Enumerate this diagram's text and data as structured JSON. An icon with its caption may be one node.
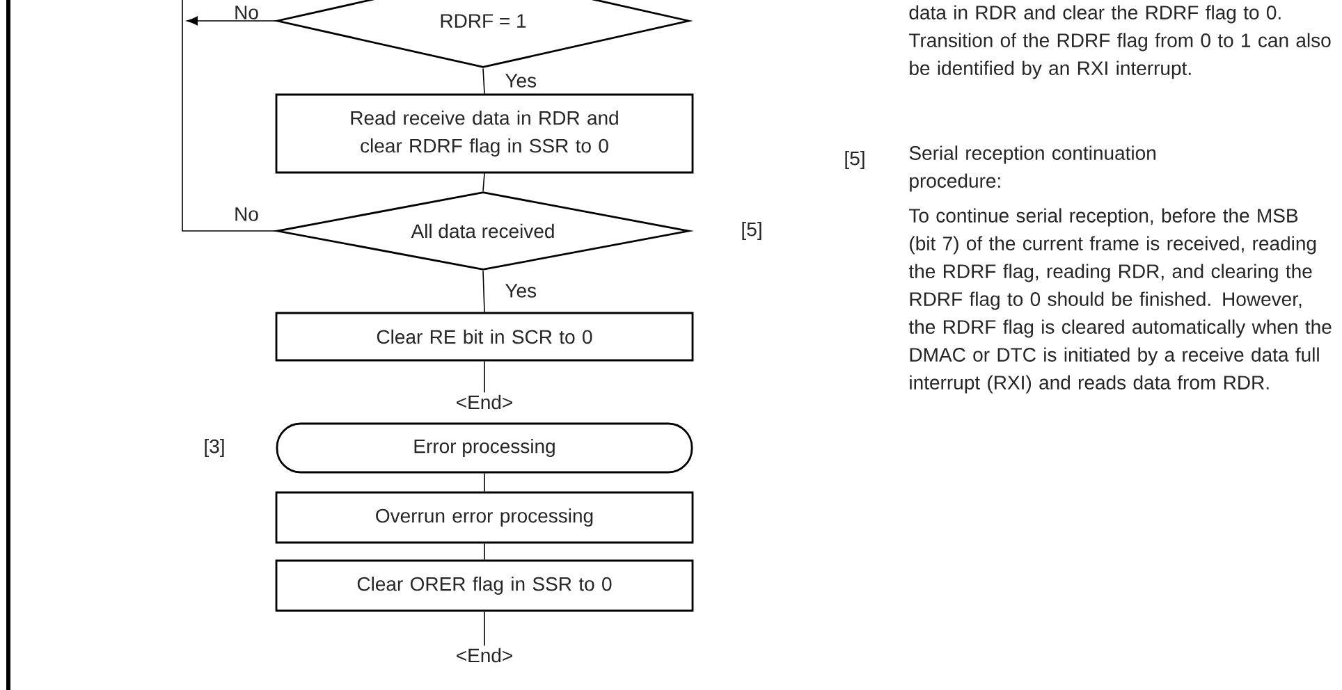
{
  "diagram": {
    "nodes": [
      {
        "text": [
          "RDRF = 1"
        ]
      },
      {
        "text": [
          "Read receive data in RDR and clear RDRF flag in SSR to 0"
        ]
      },
      {
        "text": [
          "All data received"
        ]
      },
      {
        "text": [
          "Clear RE bit in SCR to 0"
        ]
      },
      {
        "text": [
          "<End>"
        ]
      },
      {
        "text": [
          "Error processing"
        ]
      },
      {
        "text": [
          "Overrun error processing"
        ]
      },
      {
        "text": [
          "Clear ORER flag in SSR to 0"
        ]
      },
      {
        "text": [
          "<End>"
        ]
      }
    ],
    "edges": [
      {
        "from": 0,
        "to": null,
        "arrow": "to",
        "label": "No"
      },
      {
        "from": 0,
        "to": 1,
        "arrow": "none",
        "label": "Yes"
      },
      {
        "from": 1,
        "to": 2,
        "arrow": "none"
      },
      {
        "from": 2,
        "to": null,
        "arrow": "none",
        "label": "No"
      },
      {
        "from": 2,
        "to": 3,
        "arrow": "none",
        "label": "Yes"
      },
      {
        "from": 3,
        "to": 4,
        "arrow": "none"
      },
      {
        "from": 5,
        "to": 6,
        "arrow": "none"
      },
      {
        "from": 6,
        "to": 7,
        "arrow": "none"
      },
      {
        "from": 7,
        "to": 8,
        "arrow": "none"
      }
    ],
    "labels": [
      "data in RDR and clear the RDRF flag to 0. Transition of the RDRF flag from 0 to 1 can also be identified by an RXI interrupt.",
      "[5]",
      "Serial reception continuation procedure:",
      "To continue serial reception, before the MSB (bit 7) of the current frame is received, reading the RDRF flag, reading RDR, and clearing the RDRF flag to 0 should be finished. However, the RDRF flag is cleared automatically when the DMAC or DTC is initiated by a receive data full interrupt (RXI) and reads data from RDR.",
      "[5]",
      "[3]"
    ]
  }
}
